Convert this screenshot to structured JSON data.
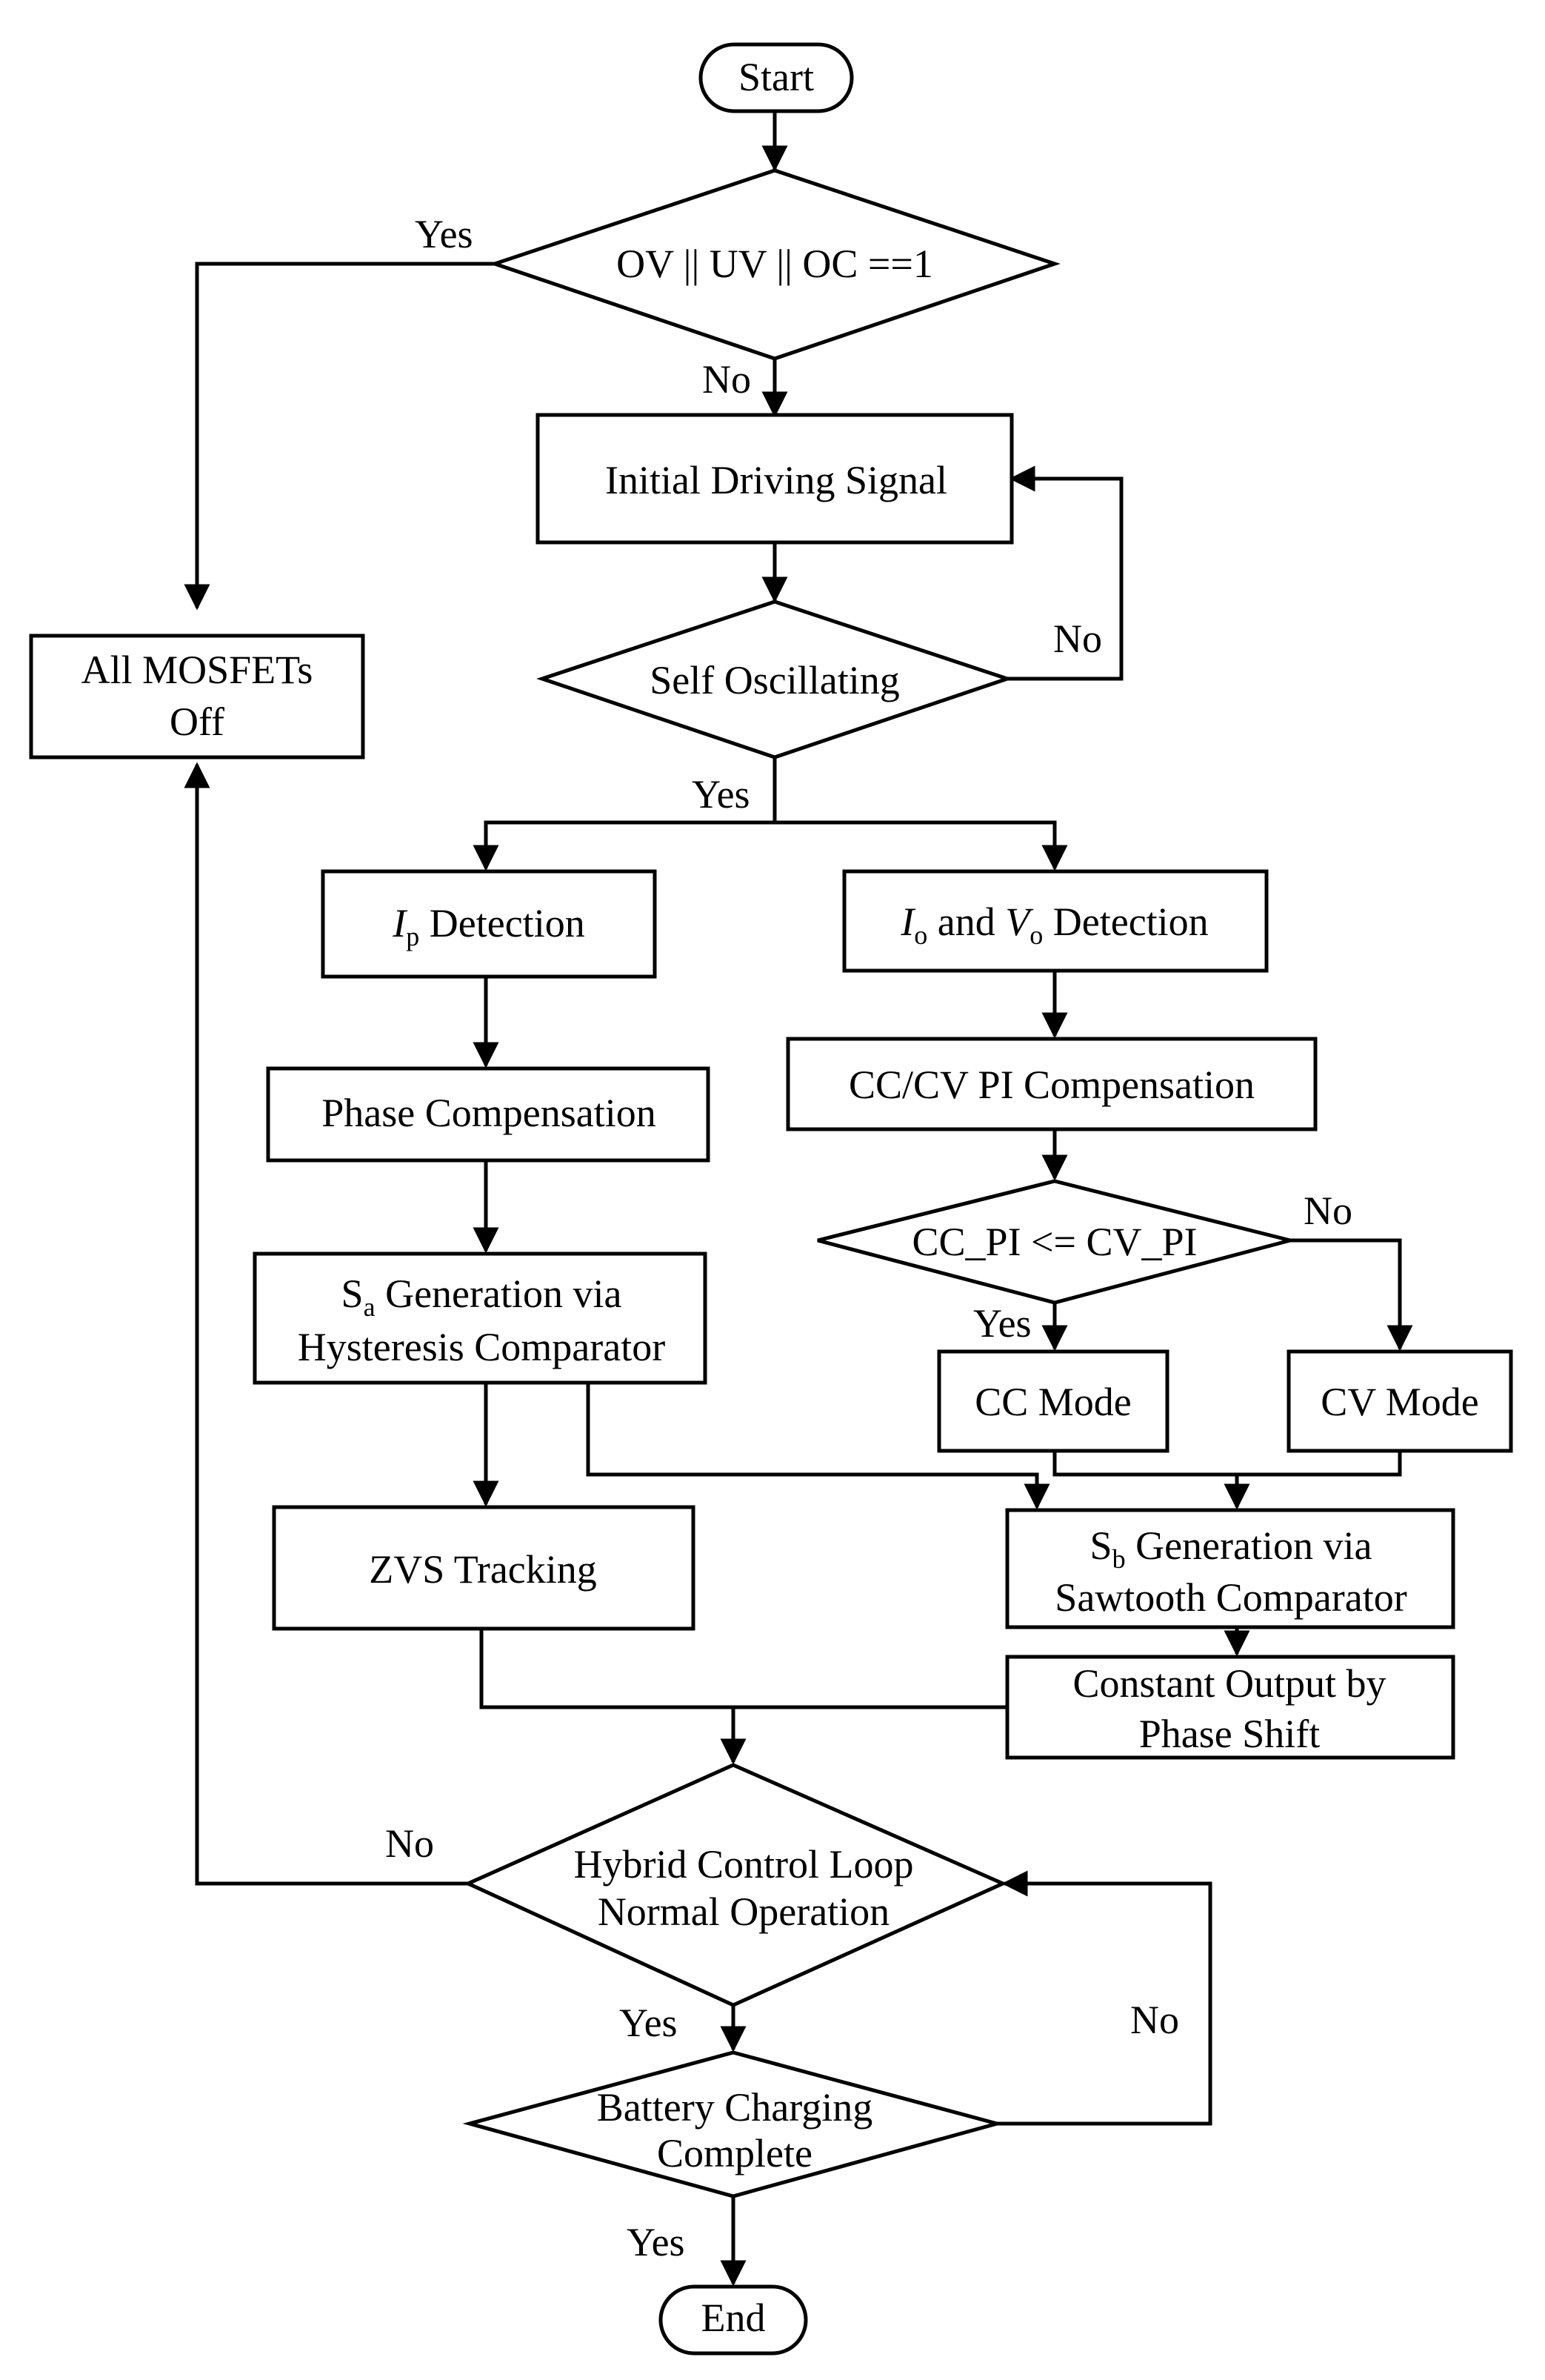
{
  "flowchart": {
    "start": "Start",
    "fault_check": "OV || UV || OC ==1",
    "all_off_line1": "All MOSFETs",
    "all_off_line2": "Off",
    "initial_driving": "Initial Driving Signal",
    "self_oscillating": "Self Oscillating",
    "ip_detection": {
      "symbol": "I",
      "subscript": "p",
      "text": " Detection"
    },
    "io_vo_detection": {
      "sym1": "I",
      "sub1": "o",
      "mid": " and ",
      "sym2": "V",
      "sub2": "o",
      "text": " Detection"
    },
    "phase_compensation": "Phase Compensation",
    "sa_generation": {
      "symbol": "S",
      "subscript": "a",
      "line1_rest": " Generation via",
      "line2": "Hysteresis Comparator"
    },
    "cccv_pi": "CC/CV PI Compensation",
    "cc_cv_compare": "CC_PI <= CV_PI",
    "cc_mode": "CC Mode",
    "cv_mode": "CV Mode",
    "zvs_tracking": "ZVS Tracking",
    "sb_generation": {
      "symbol": "S",
      "subscript": "b",
      "line1_rest": " Generation via",
      "line2": "Sawtooth Comparator"
    },
    "constant_output_line1": "Constant Output by",
    "constant_output_line2": "Phase Shift",
    "hybrid_line1": "Hybrid Control Loop",
    "hybrid_line2": "Normal Operation",
    "battery_line1": "Battery Charging",
    "battery_line2": "Complete",
    "end": "End"
  },
  "labels": {
    "yes_fault": "Yes",
    "no_fault": "No",
    "no_osc": "No",
    "yes_osc": "Yes",
    "no_cc": "No",
    "yes_cc": "Yes",
    "no_hybrid": "No",
    "yes_hybrid": "Yes",
    "no_battery": "No",
    "yes_battery": "Yes"
  }
}
